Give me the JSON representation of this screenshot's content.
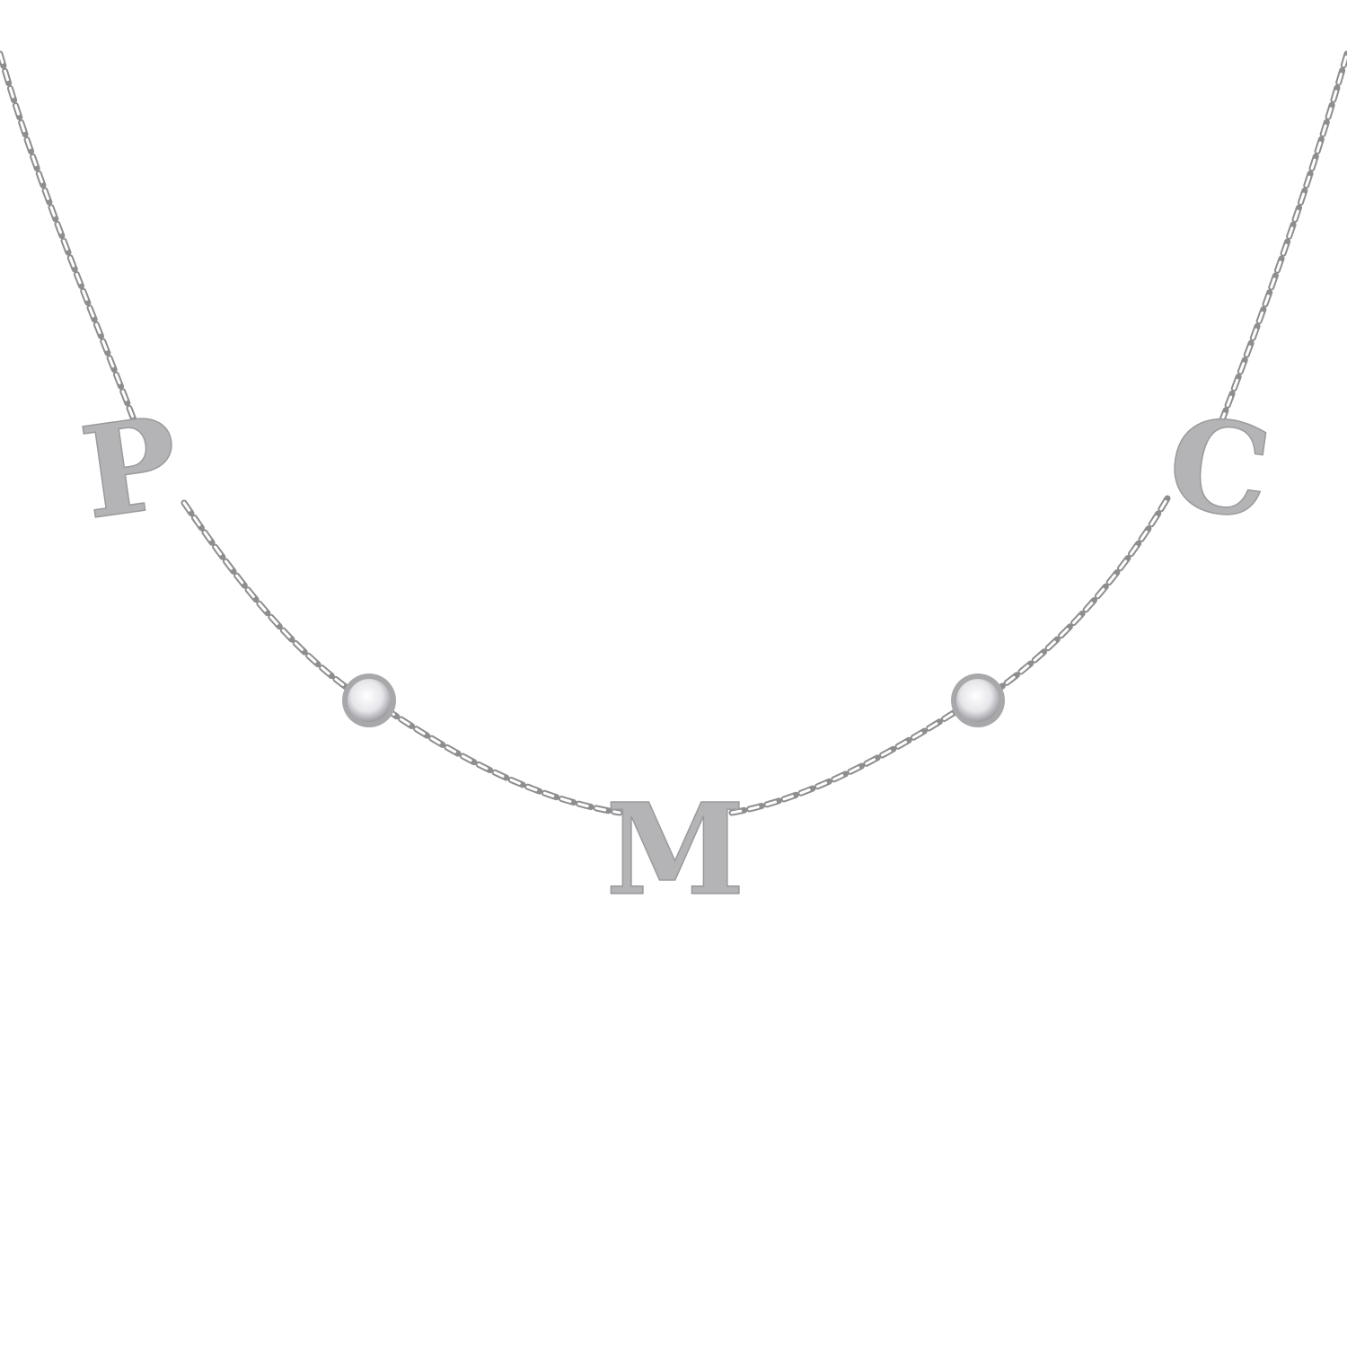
{
  "photo": {
    "subject": "necklace",
    "pendants": {
      "left_letter": "P",
      "center_letter": "M",
      "right_letter": "C"
    },
    "colors": {
      "background": "#ffffff",
      "metal": "#b4b4b6",
      "chain": "#8e8e90",
      "stone": "#e8e8ec"
    }
  }
}
